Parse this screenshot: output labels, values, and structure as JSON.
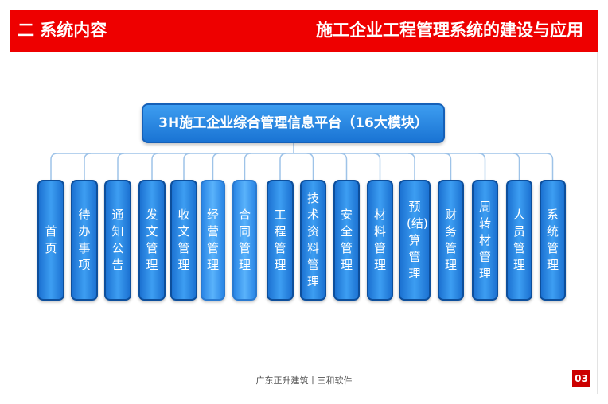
{
  "header": {
    "section_title": "二 系统内容",
    "slide_title": "施工企业工程管理系统的建设与应用"
  },
  "diagram": {
    "root": "3H施工企业综合管理信息平台（16大模块）",
    "modules": [
      {
        "label": "首页",
        "shade": "normal"
      },
      {
        "label": "待办事项",
        "shade": "normal"
      },
      {
        "label": "通知公告",
        "shade": "normal"
      },
      {
        "label": "发文管理",
        "shade": "normal"
      },
      {
        "label": "收文管理",
        "shade": "normal"
      },
      {
        "label": "经营管理",
        "shade": "pale"
      },
      {
        "label": "合同管理",
        "shade": "pale"
      },
      {
        "label": "工程管理",
        "shade": "normal"
      },
      {
        "label": "技术资料管理",
        "shade": "normal"
      },
      {
        "label": "安全管理",
        "shade": "normal"
      },
      {
        "label": "材料管理",
        "shade": "normal"
      },
      {
        "label": "预(结)算管理",
        "shade": "normal"
      },
      {
        "label": "财务管理",
        "shade": "normal"
      },
      {
        "label": "周转材管理",
        "shade": "normal"
      },
      {
        "label": "人员管理",
        "shade": "normal"
      },
      {
        "label": "系统管理",
        "shade": "normal"
      }
    ]
  },
  "footer": {
    "company": "广东正升建筑丨三和软件",
    "page_number": "03"
  },
  "colors": {
    "header_bg": "#ee0000",
    "box_fill": "#2a86e6",
    "connector": "#9ec3e8",
    "page_badge": "#cc0000"
  }
}
